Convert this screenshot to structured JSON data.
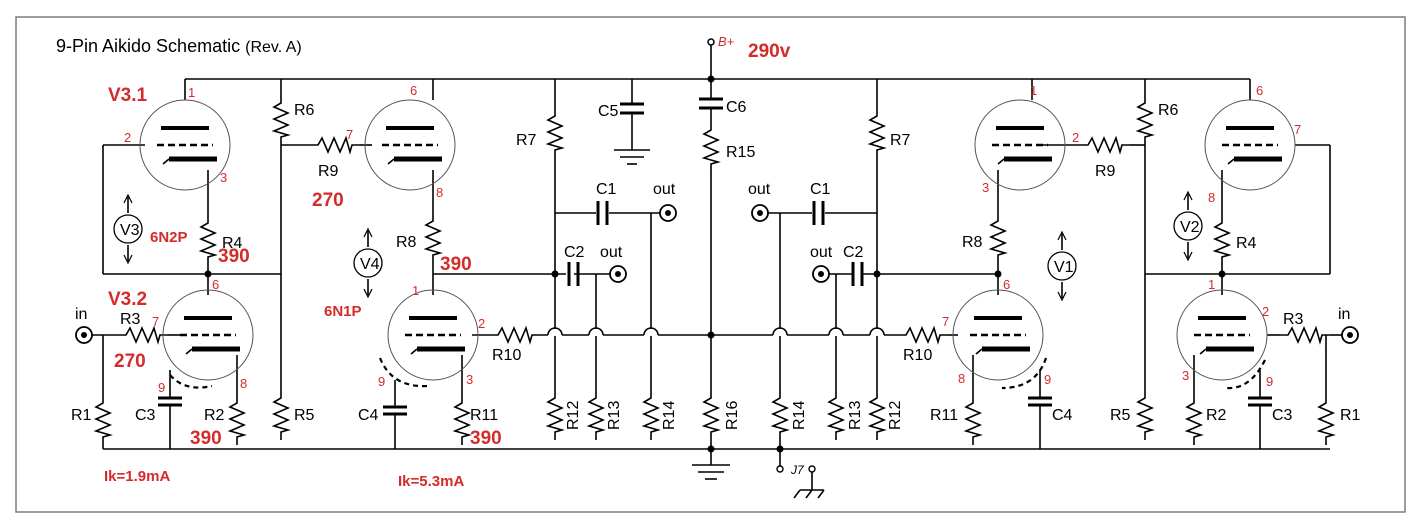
{
  "title": "9-Pin Aikido Schematic",
  "revision": "(Rev. A)",
  "supply": {
    "node": "B+",
    "voltage": "290v"
  },
  "tubes": {
    "v3_1": "V3.1",
    "v3_2": "V3.2",
    "v3_type": "6N2P",
    "v4_type": "6N1P",
    "meter_v3": "V3",
    "meter_v4": "V4",
    "meter_v1": "V1",
    "meter_v2": "V2"
  },
  "values": {
    "r4": "390",
    "r2": "390",
    "r9": "270",
    "r3": "270",
    "r8": "390",
    "r11": "390"
  },
  "currents": {
    "left": "Ik=1.9mA",
    "middle": "Ik=5.3mA"
  },
  "labels": {
    "R1": "R1",
    "R2": "R2",
    "R3": "R3",
    "R4": "R4",
    "R5": "R5",
    "R6": "R6",
    "R7": "R7",
    "R8": "R8",
    "R9": "R9",
    "R10": "R10",
    "R11": "R11",
    "R12": "R12",
    "R13": "R13",
    "R14": "R14",
    "R15": "R15",
    "R16": "R16",
    "C1": "C1",
    "C2": "C2",
    "C3": "C3",
    "C4": "C4",
    "C5": "C5",
    "C6": "C6",
    "in": "in",
    "out": "out",
    "J7": "J7"
  },
  "pins": {
    "p1": "1",
    "p2": "2",
    "p3": "3",
    "p6": "6",
    "p7": "7",
    "p8": "8",
    "p9": "9"
  }
}
